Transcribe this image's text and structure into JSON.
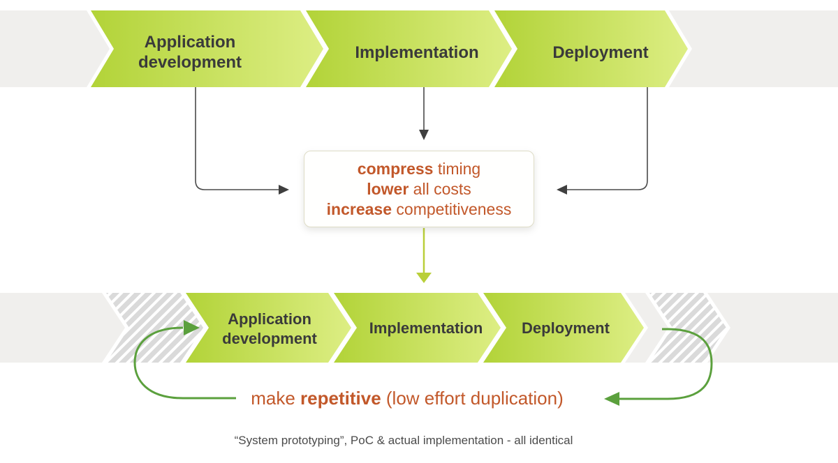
{
  "colors": {
    "chevron_gradient_start": "#b2d338",
    "chevron_gradient_end": "#ddee84",
    "band_gray": "#f0efed",
    "hatch_gray": "#dadada",
    "accent_orange": "#c2582a",
    "loop_green": "#5ba03d",
    "light_green_arrow": "#b9cf39",
    "connector_gray": "#4a4a4a",
    "label_dark": "#3a3a3a"
  },
  "top_process": {
    "steps": [
      {
        "line1": "Application",
        "line2": "development"
      },
      {
        "label": "Implementation"
      },
      {
        "label": "Deployment"
      }
    ]
  },
  "benefits_box": {
    "lines": [
      {
        "bold": "compress",
        "rest": " timing"
      },
      {
        "bold": "lower",
        "rest": " all costs"
      },
      {
        "bold": "increase",
        "rest": " competitiveness"
      }
    ]
  },
  "bottom_process": {
    "steps": [
      {
        "line1": "Application",
        "line2": "development"
      },
      {
        "label": "Implementation"
      },
      {
        "label": "Deployment"
      }
    ]
  },
  "repeat_note": {
    "prefix": "make ",
    "bold": "repetitive",
    "suffix": " (low effort duplication)"
  },
  "caption": "“System prototyping”, PoC & actual implementation - all identical"
}
